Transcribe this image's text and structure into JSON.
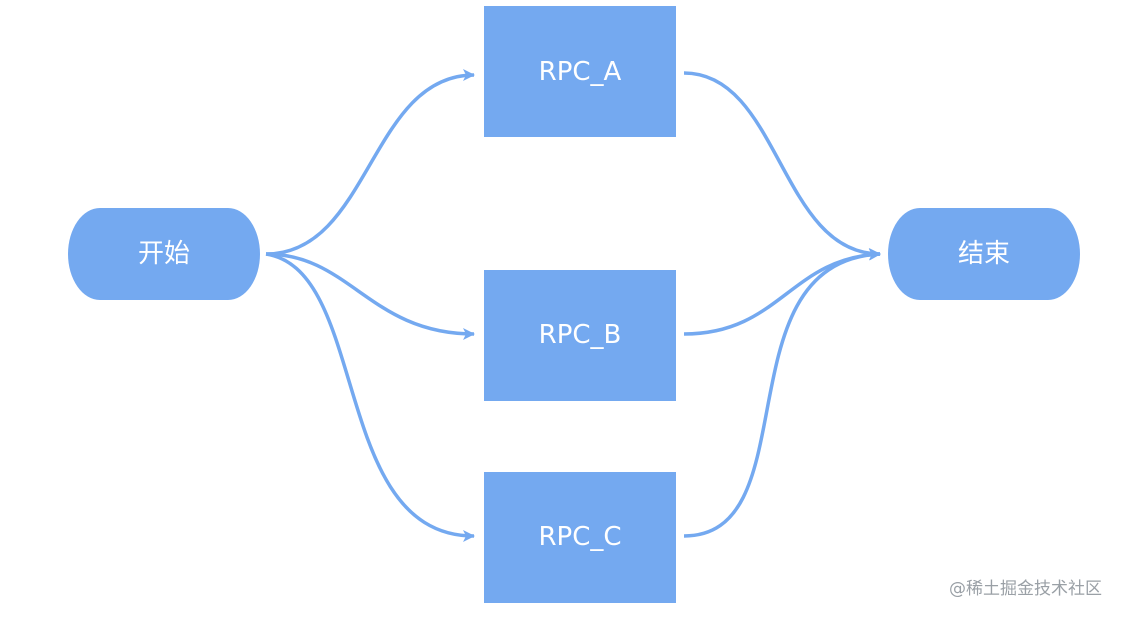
{
  "diagram": {
    "colors": {
      "node_fill": "#74a9f0",
      "edge_stroke": "#74a9f0",
      "label_text": "#ffffff",
      "watermark_text": "#9aa0a6"
    },
    "nodes": {
      "start": {
        "label": "开始",
        "shape": "rounded-pill"
      },
      "rpc_a": {
        "label": "RPC_A",
        "shape": "rectangle"
      },
      "rpc_b": {
        "label": "RPC_B",
        "shape": "rectangle"
      },
      "rpc_c": {
        "label": "RPC_C",
        "shape": "rectangle"
      },
      "end": {
        "label": "结束",
        "shape": "rounded-pill"
      }
    },
    "edges": [
      {
        "from": "开始",
        "to": "RPC_A"
      },
      {
        "from": "开始",
        "to": "RPC_B"
      },
      {
        "from": "开始",
        "to": "RPC_C"
      },
      {
        "from": "RPC_A",
        "to": "结束"
      },
      {
        "from": "RPC_B",
        "to": "结束"
      },
      {
        "from": "RPC_C",
        "to": "结束"
      }
    ],
    "watermark": "@稀土掘金技术社区"
  }
}
